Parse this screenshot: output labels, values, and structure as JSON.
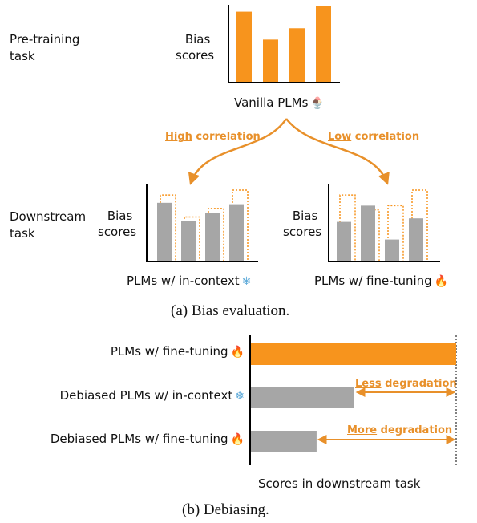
{
  "colors": {
    "accent": "#F7941D",
    "gray": "#A6A6A6",
    "arrow": "#E8902A",
    "axis": "#000000"
  },
  "top": {
    "label_line1": "Pre-training",
    "label_line2": "task",
    "bias_line1": "Bias",
    "bias_line2": "scores",
    "caption": "Vanilla PLMs",
    "caption_icon": "ice-cream-icon",
    "bars": [
      0.93,
      0.56,
      0.71,
      1.0
    ]
  },
  "arrows": {
    "left_strong": "High",
    "left_rest": " correlation",
    "right_strong": "Low",
    "right_rest": " correlation"
  },
  "downstream": {
    "label_line1": "Downstream",
    "label_line2": "task",
    "left": {
      "bias_line1": "Bias",
      "bias_line2": "scores",
      "caption": "PLMs w/ in-context",
      "caption_icon": "snowflake-icon",
      "bars": [
        0.82,
        0.56,
        0.68,
        0.8
      ],
      "outline": [
        0.93,
        0.62,
        0.74,
        1.0
      ]
    },
    "right": {
      "bias_line1": "Bias",
      "bias_line2": "scores",
      "caption": "PLMs w/ fine-tuning",
      "caption_icon": "fire-icon",
      "bars": [
        0.55,
        0.78,
        0.3,
        0.6
      ],
      "outline": [
        0.93,
        0.72,
        0.78,
        1.0
      ]
    }
  },
  "caption_a": "(a) Bias evaluation.",
  "debias": {
    "rows": [
      {
        "label": "PLMs w/ fine-tuning",
        "icon": "fire-icon",
        "value": 1.0,
        "color": "accent"
      },
      {
        "label": "Debiased PLMs w/ in-context",
        "icon": "snowflake-icon",
        "value": 0.5,
        "color": "gray"
      },
      {
        "label": "Debiased PLMs w/ fine-tuning",
        "icon": "fire-icon",
        "value": 0.32,
        "color": "gray"
      }
    ],
    "less_strong": "Less",
    "less_rest": " degradation",
    "more_strong": "More",
    "more_rest": " degradation",
    "xlabel": "Scores in downstream task"
  },
  "caption_b": "(b) Debiasing."
}
